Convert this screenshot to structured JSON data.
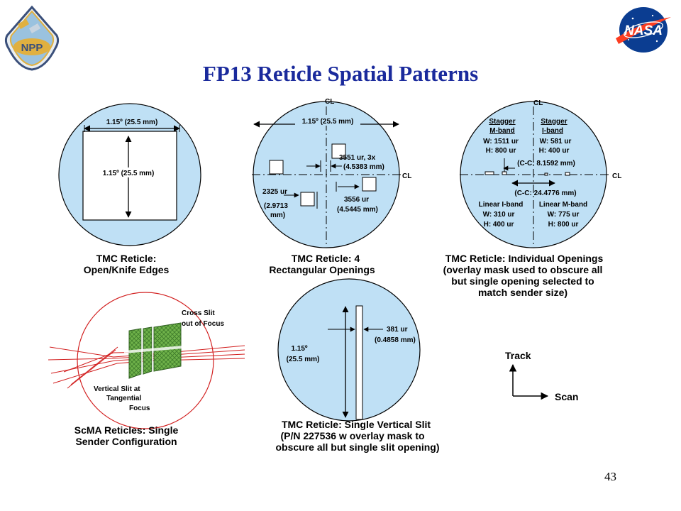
{
  "title": "FP13 Reticle Spatial Patterns",
  "page_number": "43",
  "logos": {
    "left_text": "NPP",
    "right_text": "NASA"
  },
  "colors": {
    "title": "#1a2a9c",
    "circle_fill": "#bfe0f5",
    "slit_red": "#d22020",
    "green_slit": "#6fb24a"
  },
  "d1": {
    "dim_width": "1.15º (25.5 mm)",
    "dim_height": "1.15º (25.5 mm)",
    "caption_1": "TMC Reticle:",
    "caption_2": "Open/Knife Edges"
  },
  "d2": {
    "cl_top": "CL",
    "cl_right": "CL",
    "dim_width": "1.15º (25.5 mm)",
    "label_a1": "3551 ur, 3x",
    "label_a2": "(4.5383 mm)",
    "label_b1": "2325 ur",
    "label_b2": "(2.9713",
    "label_b3": "mm)",
    "label_c1": "3556 ur",
    "label_c2": "(4.5445 mm)",
    "caption_1": "TMC Reticle:  4",
    "caption_2": "Rectangular Openings"
  },
  "d3": {
    "cl_top": "CL",
    "cl_right": "CL",
    "stagger_m_1": "Stagger",
    "stagger_m_2": "M-band",
    "stagger_m_w": "W: 1511 ur",
    "stagger_m_h": "H: 800 ur",
    "stagger_i_1": "Stagger",
    "stagger_i_2": "I-band",
    "stagger_i_w": "W: 581 ur",
    "stagger_i_h": "H: 400 ur",
    "cc_upper": "(C-C:  8.1592 mm)",
    "cc_lower": "(C-C:  24.4776 mm)",
    "linear_i_1": "Linear I-band",
    "linear_i_w": "W:  310 ur",
    "linear_i_h": "H:  400 ur",
    "linear_m_1": "Linear M-band",
    "linear_m_w": "W: 775 ur",
    "linear_m_h": "H: 800 ur",
    "caption_1": "TMC Reticle: Individual Openings",
    "caption_2": "(overlay mask used to obscure all",
    "caption_3": "but single opening selected to",
    "caption_4": "match sender size)"
  },
  "d4": {
    "label_cross_1": "Cross Slit",
    "label_cross_2": "out of Focus",
    "label_vert_1": "Vertical Slit at",
    "label_vert_2": "Tangential",
    "label_vert_3": "Focus",
    "caption_1": "ScMA Reticles:  Single",
    "caption_2": "Sender Configuration"
  },
  "d5": {
    "dim_height_1": "1.15º",
    "dim_height_2": "(25.5 mm)",
    "label_width_1": "381 ur",
    "label_width_2": "(0.4858 mm)",
    "caption_1": "TMC Reticle:  Single Vertical Slit",
    "caption_2": "(P/N  227536 w overlay mask to",
    "caption_3": "obscure all but single slit opening)"
  },
  "axes": {
    "track": "Track",
    "scan": "Scan"
  }
}
